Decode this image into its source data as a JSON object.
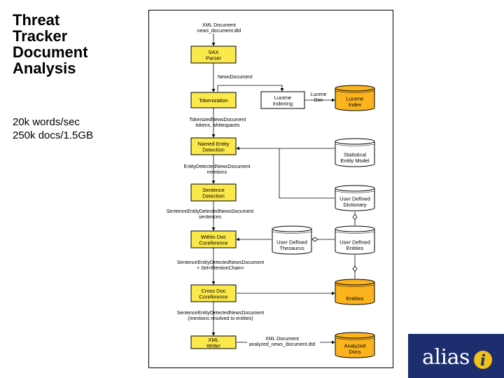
{
  "slide": {
    "title_lines": [
      "Threat",
      "Tracker",
      "Document",
      "Analysis"
    ],
    "stats": [
      "20k words/sec",
      "250k docs/1.5GB"
    ]
  },
  "diagram": {
    "processes": {
      "sax": "SAX Parser",
      "token": "Tokenization",
      "ned": "Named Entity Detection",
      "sent": "Sentence Detection",
      "wdc": "Within Doc Coreference",
      "cdc": "Cross Doc Coreference",
      "xml": "XML Writer",
      "lucidx": "Lucene Indexing"
    },
    "stores": {
      "luc_index": "Lucene Index",
      "stat": "Statistical Entity Model",
      "udd": "User Defined Dictionary",
      "udt": "User Defined Thesaurus",
      "ude": "User Defined Entities",
      "ent": "Entities",
      "ana": "Analyzed Docs"
    },
    "flow_labels": {
      "xml_doc": [
        "XML Document",
        "news_document.dtd"
      ],
      "news_doc": [
        "NewsDocument"
      ],
      "tokenized": [
        "TokenizedNewsDocument",
        "tokens, whitespaces"
      ],
      "entity_detected": [
        "EntityDetectedNewsDocument",
        "mentions"
      ],
      "sentence_entity": [
        "SentenceEntityDetectedNewsDocument",
        "sentences"
      ],
      "mention_chain": [
        "SentenceEntityDetectedNewsDocument",
        "+ Set<MentionChain>"
      ],
      "resolved": [
        "SentenceEntityDetectedNewsDocument",
        "(mentions resolved to entities)"
      ],
      "xml_out": [
        "XML Document",
        "analyzed_news_document.dtd"
      ],
      "lucene_doc": [
        "Lucene",
        "Doc"
      ]
    }
  },
  "logo": {
    "text": "alias",
    "mark": "i"
  },
  "colors": {
    "box_fill": "#fbe84a",
    "cylinder_fill": "#fbb41e",
    "white_fill": "#ffffff",
    "logo_bg": "#1c2e6e",
    "logo_mark": "#f2c21b"
  }
}
